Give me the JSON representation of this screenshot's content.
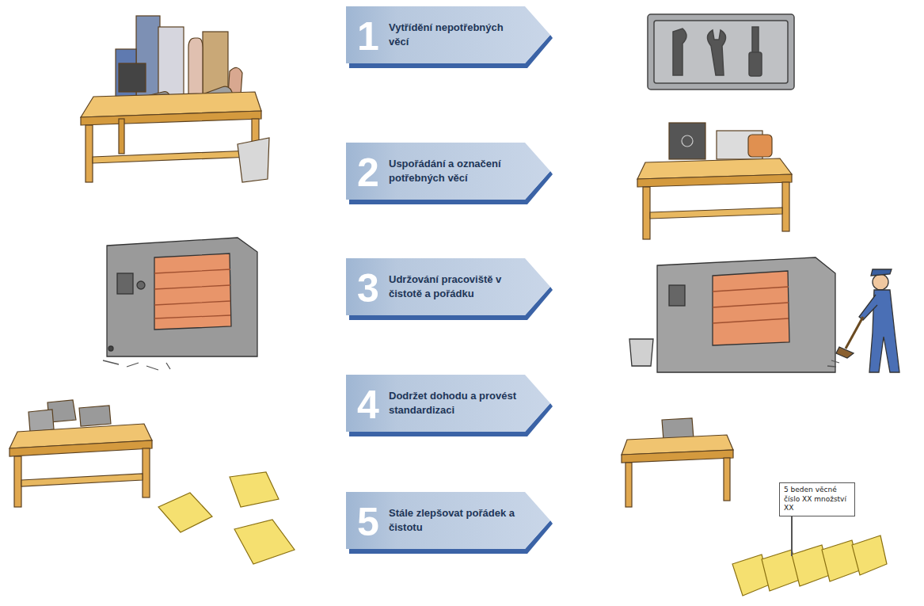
{
  "diagram": {
    "nodes": [
      {
        "text": [
          "1",
          "Vytřídění nepotřebných věcí"
        ]
      },
      {
        "text": [
          "2",
          "Uspořádání a označení potřebných věcí"
        ]
      },
      {
        "text": [
          "3",
          "Udržování pracoviště v čistotě a pořádku"
        ]
      },
      {
        "text": [
          "4",
          "Dodržet dohodu a provést standardizaci"
        ]
      },
      {
        "text": [
          "5",
          "Stále zlepšovat pořádek a čistotu"
        ]
      }
    ],
    "labels": [
      "5 beden věcné číslo XX množství XX"
    ]
  }
}
